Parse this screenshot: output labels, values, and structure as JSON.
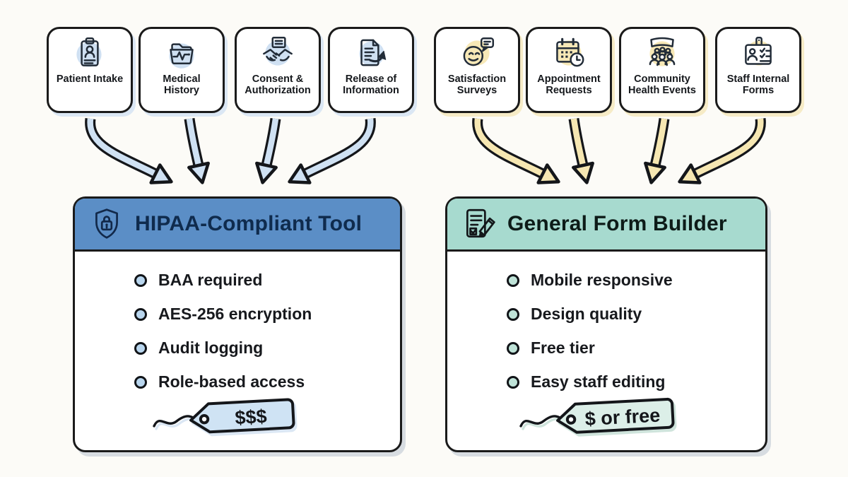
{
  "form_sources": [
    {
      "label": "Patient Intake",
      "icon": "clipboard-person-icon",
      "group": "phi"
    },
    {
      "label": "Medical History",
      "icon": "folder-heartbeat-icon",
      "group": "phi"
    },
    {
      "label": "Consent & Authorization",
      "icon": "handshake-document-icon",
      "group": "phi"
    },
    {
      "label": "Release of Information",
      "icon": "document-share-arrow-icon",
      "group": "phi"
    },
    {
      "label": "Satisfaction Surveys",
      "icon": "smiley-speech-bubble-icon",
      "group": "general"
    },
    {
      "label": "Appointment Requests",
      "icon": "calendar-clock-icon",
      "group": "general"
    },
    {
      "label": "Community Health Events",
      "icon": "crowd-banner-icon",
      "group": "general"
    },
    {
      "label": "Staff Internal Forms",
      "icon": "id-badge-checklist-icon",
      "group": "general"
    }
  ],
  "tools": [
    {
      "title": "HIPAA-Compliant Tool",
      "icon": "shield-lock-icon",
      "features": [
        "BAA required",
        "AES-256 encryption",
        "Audit logging",
        "Role-based access"
      ],
      "price_tag": "$$$"
    },
    {
      "title": "General Form Builder",
      "icon": "form-checklist-pencil-icon",
      "features": [
        "Mobile responsive",
        "Design quality",
        "Free tier",
        "Easy staff editing"
      ],
      "price_tag": "$ or free"
    }
  ],
  "colors": {
    "header_phi": "#5b8ec6",
    "header_gen": "#a7dacf",
    "arrow_phi": "#cfe1f3",
    "arrow_gen": "#f6e7b2",
    "iconbg_phi": "#cfe0f2",
    "iconbg_gen": "#f7e8b6",
    "bullet_phi": "#b9d6ee",
    "bullet_gen": "#bfe3d8",
    "tag_phi": "#cfe3f4",
    "tag_gen": "#dcefe8",
    "shadow_phi": "#dbe7f4",
    "shadow_gen": "#f6ebc6"
  }
}
